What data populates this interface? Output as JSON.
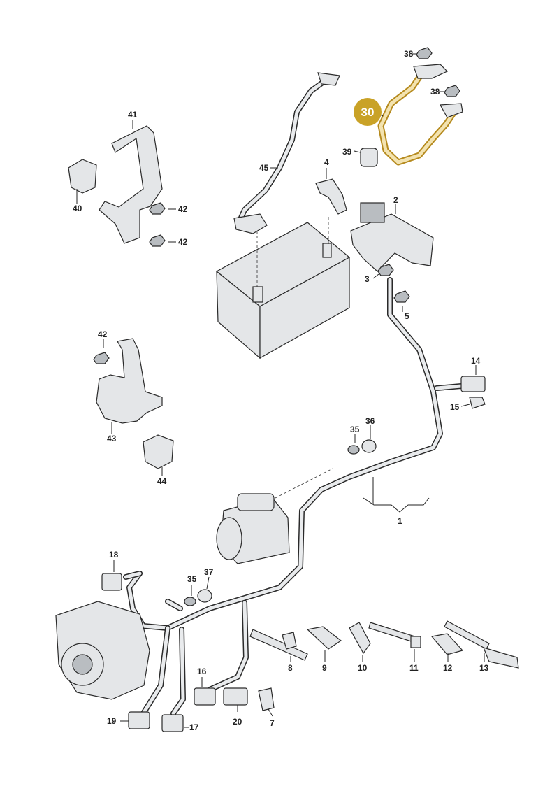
{
  "callouts": {
    "n1": "1",
    "n2": "2",
    "n3": "3",
    "n4": "4",
    "n5": "5",
    "n7": "7",
    "n8": "8",
    "n9": "9",
    "n10": "10",
    "n11": "11",
    "n12": "12",
    "n13": "13",
    "n14": "14",
    "n15": "15",
    "n16": "16",
    "n17": "17",
    "n18": "18",
    "n19": "19",
    "n20": "20",
    "n30": "30",
    "n35a": "35",
    "n35b": "35",
    "n36": "36",
    "n37": "37",
    "n38a": "38",
    "n38b": "38",
    "n39": "39",
    "n40": "40",
    "n41": "41",
    "n42a": "42",
    "n42b": "42",
    "n42c": "42",
    "n43": "43",
    "n44": "44",
    "n45": "45"
  },
  "colors": {
    "highlight_badge": "#c9a227",
    "line": "#222222",
    "part_fill": "#e4e6e8"
  }
}
